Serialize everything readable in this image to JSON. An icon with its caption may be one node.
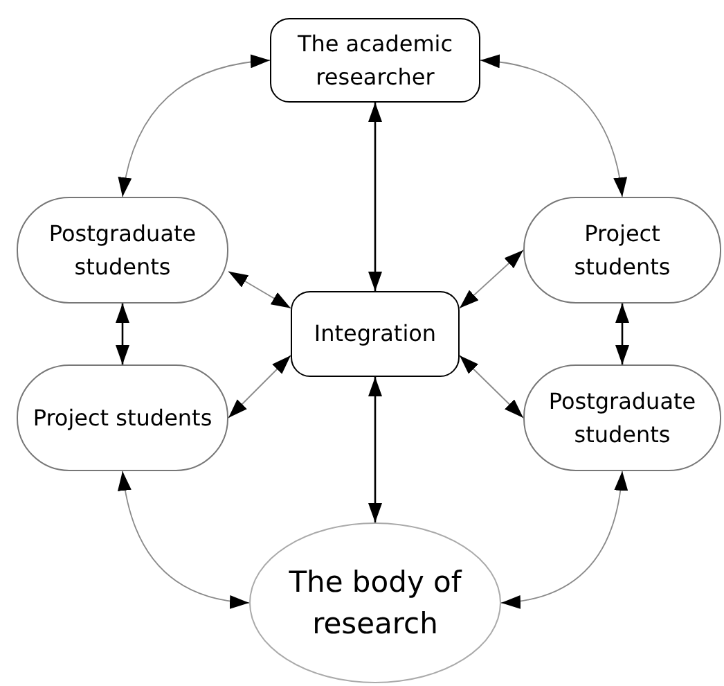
{
  "diagram": {
    "nodes": [
      {
        "text": [
          "The academic researcher"
        ]
      },
      {
        "text": [
          "Postgraduate students"
        ]
      },
      {
        "text": [
          "Project students"
        ]
      },
      {
        "text": [
          "Integration"
        ]
      },
      {
        "text": [
          "Project students"
        ]
      },
      {
        "text": [
          "Postgraduate students"
        ]
      },
      {
        "text": [
          "The body of research"
        ]
      }
    ],
    "edges": [
      {
        "from": 0,
        "to": 1,
        "arrow": "both"
      },
      {
        "from": 0,
        "to": 2,
        "arrow": "both"
      },
      {
        "from": 0,
        "to": 3,
        "arrow": "both",
        "color": "#000000"
      },
      {
        "from": 1,
        "to": 3,
        "arrow": "both"
      },
      {
        "from": 2,
        "to": 3,
        "arrow": "both"
      },
      {
        "from": 1,
        "to": 4,
        "arrow": "both",
        "color": "#000000"
      },
      {
        "from": 2,
        "to": 5,
        "arrow": "both",
        "color": "#000000"
      },
      {
        "from": 3,
        "to": 4,
        "arrow": "both"
      },
      {
        "from": 3,
        "to": 5,
        "arrow": "both"
      },
      {
        "from": 3,
        "to": 6,
        "arrow": "both",
        "color": "#000000"
      },
      {
        "from": 4,
        "to": 6,
        "arrow": "both"
      },
      {
        "from": 5,
        "to": 6,
        "arrow": "both"
      }
    ]
  }
}
